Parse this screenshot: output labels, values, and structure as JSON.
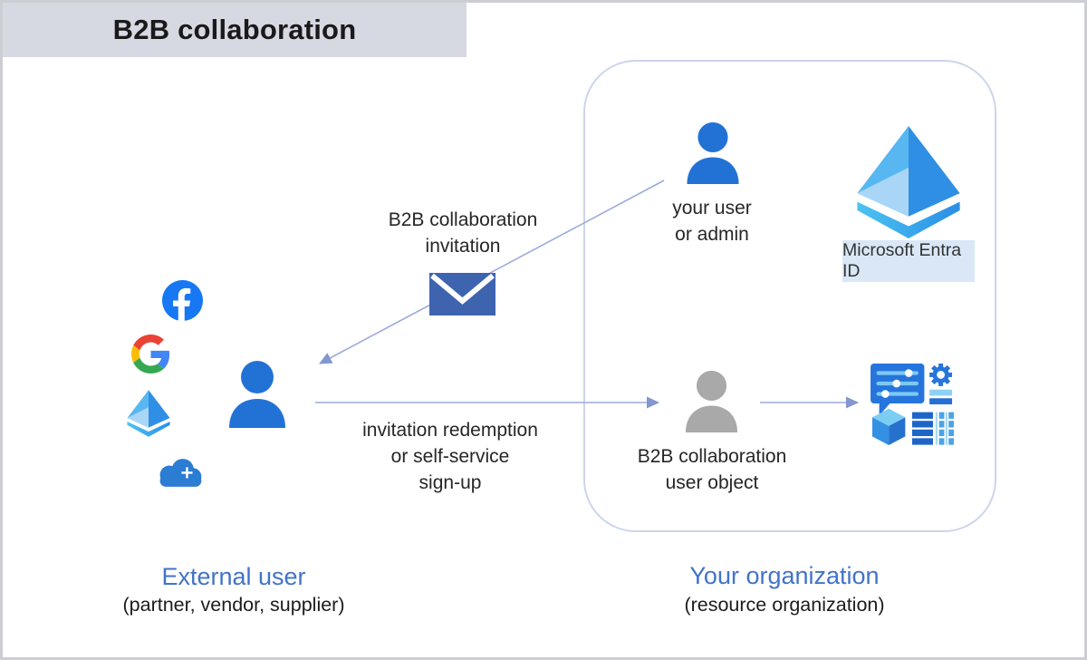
{
  "title": "B2B collaboration",
  "diagram": {
    "invitation_label": "B2B collaboration\ninvitation",
    "your_user_label": "your user\nor admin",
    "redemption_label": "invitation redemption\nor self-service\nsign-up",
    "user_object_label": "B2B collaboration\nuser object",
    "entra_badge": "Microsoft Entra ID"
  },
  "footer": {
    "left_title": "External user",
    "left_subtitle": "(partner, vendor, supplier)",
    "right_title": "Your organization",
    "right_subtitle": "(resource organization)"
  },
  "icons": {
    "identity_providers": [
      "facebook-icon",
      "google-icon",
      "entra-pyramid-icon",
      "cloud-account-icon"
    ],
    "people": [
      "external-user-icon",
      "your-user-icon",
      "b2b-user-object-icon"
    ],
    "objects": [
      "envelope-icon",
      "entra-logo",
      "chat-settings-icon",
      "gear-icon",
      "cube-icon",
      "table-icon"
    ]
  },
  "colors": {
    "banner_bg": "#d6d8e2",
    "accent_blue": "#2272d6",
    "arrow": "#93a7da",
    "gray_person": "#a9a9a9",
    "label_blue": "#4273c8",
    "envelope": "#3e64b0",
    "entra_badge_bg": "#d9e7f6",
    "org_border": "#ccd5ec",
    "facebook_blue": "#1877f2"
  }
}
